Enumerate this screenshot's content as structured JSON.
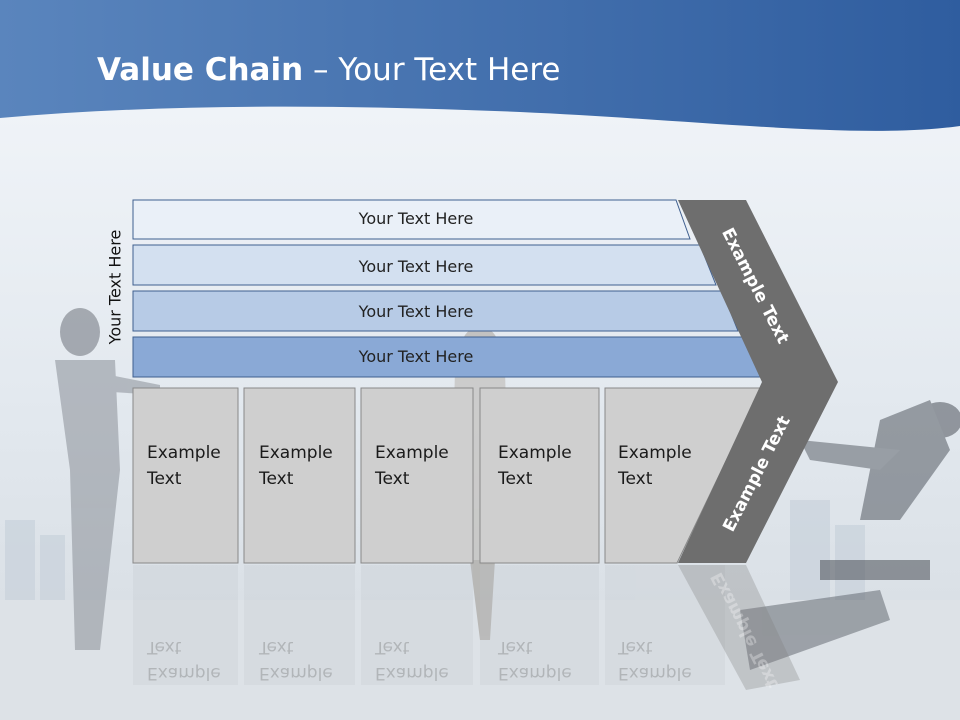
{
  "title": {
    "bold": "Value Chain",
    "rest": " – Your Text Here"
  },
  "side_label": "Your Text Here",
  "bands": [
    {
      "label": "Your Text Here",
      "color": "#eaf0f8"
    },
    {
      "label": "Your Text Here",
      "color": "#d3e0f0"
    },
    {
      "label": "Your Text Here",
      "color": "#b7cbe6"
    },
    {
      "label": "Your Text Here",
      "color": "#8aa9d6"
    }
  ],
  "activities": [
    {
      "line1": "Example",
      "line2": "Text"
    },
    {
      "line1": "Example",
      "line2": "Text"
    },
    {
      "line1": "Example",
      "line2": "Text"
    },
    {
      "line1": "Example",
      "line2": "Text"
    },
    {
      "line1": "Example",
      "line2": "Text"
    }
  ],
  "arrow": {
    "upper": "Example Text",
    "lower": "Example Text",
    "color": "#6e6e6e"
  },
  "colors": {
    "header": "#3f6db0",
    "box": "#cfcfcf"
  }
}
